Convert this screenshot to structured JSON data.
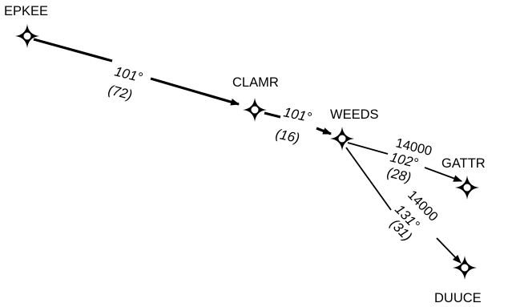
{
  "colors": {
    "ink": "#000000",
    "background": "#ffffff"
  },
  "fix_icon": "four-point-star-waypoint-icon",
  "fixes": [
    {
      "id": "epkee",
      "name": "EPKEE"
    },
    {
      "id": "clamr",
      "name": "CLAMR"
    },
    {
      "id": "weeds",
      "name": "WEEDS"
    },
    {
      "id": "gattr",
      "name": "GATTR"
    },
    {
      "id": "duuce",
      "name": "DUUCE"
    }
  ],
  "legs": [
    {
      "id": "epkee-clamr",
      "from": "EPKEE",
      "to": "CLAMR",
      "course": "101°",
      "distance": "(72)",
      "altitude": ""
    },
    {
      "id": "clamr-weeds",
      "from": "CLAMR",
      "to": "WEEDS",
      "course": "101°",
      "distance": "(16)",
      "altitude": ""
    },
    {
      "id": "weeds-gattr",
      "from": "WEEDS",
      "to": "GATTR",
      "course": "102°",
      "distance": "(28)",
      "altitude": "14000"
    },
    {
      "id": "weeds-duuce",
      "from": "WEEDS",
      "to": "DUUCE",
      "course": "131°",
      "distance": "(31)",
      "altitude": "14000"
    }
  ]
}
